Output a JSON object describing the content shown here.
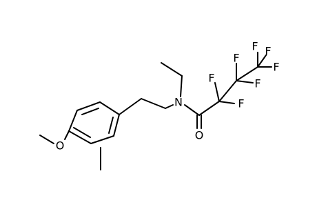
{
  "molecule": {
    "atoms": {
      "N": "N",
      "O_carbonyl": "O",
      "O_methoxy": "O",
      "F1": "F",
      "F2": "F",
      "F3": "F",
      "F4": "F",
      "F5": "F",
      "F6": "F",
      "F7": "F"
    }
  }
}
